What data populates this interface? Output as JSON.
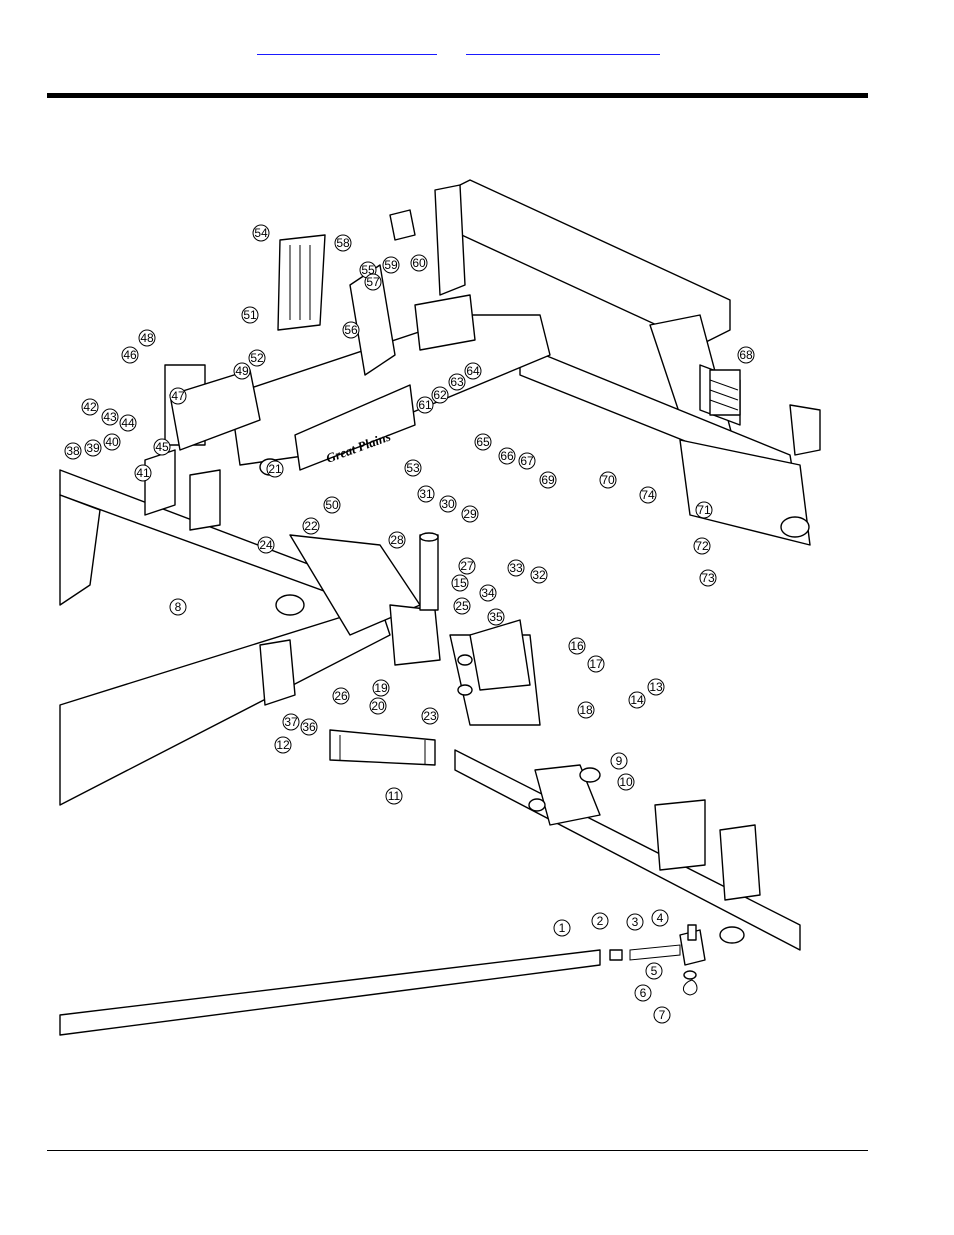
{
  "header": {
    "links": [
      {
        "label": ""
      },
      {
        "label": ""
      }
    ]
  },
  "diagram": {
    "brand_text": "Great Plains",
    "callouts": [
      "1",
      "2",
      "3",
      "4",
      "5",
      "6",
      "7",
      "8",
      "9",
      "10",
      "11",
      "12",
      "13",
      "14",
      "15",
      "16",
      "17",
      "18",
      "19",
      "20",
      "21",
      "22",
      "23",
      "24",
      "25",
      "26",
      "27",
      "28",
      "29",
      "30",
      "31",
      "32",
      "33",
      "34",
      "35",
      "36",
      "37",
      "38",
      "39",
      "40",
      "41",
      "42",
      "43",
      "44",
      "45",
      "46",
      "47",
      "48",
      "49",
      "50",
      "51",
      "52",
      "53",
      "54",
      "55",
      "56",
      "57",
      "58",
      "59",
      "60",
      "61",
      "62",
      "63",
      "64",
      "65",
      "66",
      "67",
      "68",
      "69",
      "70",
      "71",
      "72",
      "73",
      "74"
    ]
  }
}
